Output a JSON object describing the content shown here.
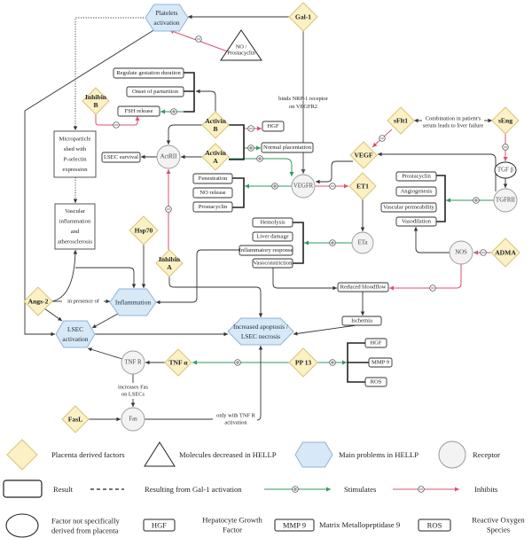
{
  "nodes": {
    "platelets": [
      "Platelets",
      "activation"
    ],
    "gal1": [
      "Gal-1"
    ],
    "no_prostacyclin": [
      "NO /",
      "Prostacyclin"
    ],
    "regulate": [
      "Regulate gestation duration"
    ],
    "onset": [
      "Onset of parturition"
    ],
    "fsh": [
      "FSH release"
    ],
    "inhibin_b": [
      "Inhibin",
      "B"
    ],
    "activin_b": [
      "Activin",
      "B"
    ],
    "activin_a": [
      "Activin",
      "A"
    ],
    "actrii": [
      "ActRII"
    ],
    "lsec_survival": [
      "LSEC survival"
    ],
    "hgf_top": [
      "HGF"
    ],
    "normal_placentation": [
      "Normal placentation"
    ],
    "fenestration": [
      "Fenestration"
    ],
    "no_release": [
      "NO release"
    ],
    "prostacyclin_left": [
      "Prostacyclin"
    ],
    "vegfr": [
      "VEGFR"
    ],
    "et1": [
      "ET1"
    ],
    "vegf": [
      "VEGF"
    ],
    "sflt1": [
      "sFlt1"
    ],
    "seng": [
      "sEng"
    ],
    "tgfb": [
      "TGF β"
    ],
    "tgfrii": [
      "TGFRII"
    ],
    "prostacyclin_right": [
      "Prostacyclin"
    ],
    "angiogenesis": [
      "Angiogenesis"
    ],
    "vascular_permeability": [
      "Vascular permeability"
    ],
    "vasodilation": [
      "Vasodilation"
    ],
    "nos": [
      "NOS"
    ],
    "adma": [
      "ADMA"
    ],
    "eta": [
      "ETa"
    ],
    "hemolysis": [
      "Hemolysis"
    ],
    "liver_damage": [
      "Liver damage"
    ],
    "inflammatory_response": [
      "Inflammatory response"
    ],
    "vasoconstriction": [
      "Vasoconstriction"
    ],
    "reduced_bloodflow": [
      "Reduced bloodflow"
    ],
    "ischemia": [
      "Ischemia"
    ],
    "microparticle": [
      "Microparticle",
      "shed with",
      "P-selectin",
      "expression"
    ],
    "vascular_inflammation": [
      "Vascular",
      "inflammation",
      "and",
      "atherosclerosis"
    ],
    "hsp70": [
      "Hsp70"
    ],
    "inhibin_a": [
      "Inhibin",
      "A"
    ],
    "angs2": [
      "Angs-2"
    ],
    "inflammation": [
      "Inflammation"
    ],
    "lsec_activation": [
      "LSEC",
      "activation"
    ],
    "apoptosis": [
      "Increased apoptosis /",
      "LSEC necrosis"
    ],
    "tnfr": [
      "TNF R"
    ],
    "tnfa": [
      "TNF α"
    ],
    "pp13": [
      "PP 13"
    ],
    "hgf_bottom": [
      "HGF"
    ],
    "mmp9": [
      "MMP 9"
    ],
    "ros": [
      "ROS"
    ],
    "fas": [
      "Fas"
    ],
    "fasl": [
      "FasL"
    ]
  },
  "annotations": {
    "binds_nrp1": [
      "binds NRP-1 receptor",
      "on VEGFR2"
    ],
    "combination": [
      "Combination in patient's",
      "serum leads to liver failure"
    ],
    "in_presence_of": [
      "in presence of"
    ],
    "increases_fas": [
      "increases Fas",
      "on LSECs"
    ],
    "only_with_tnfr": [
      "only with TNF R",
      "activation"
    ]
  },
  "legend": {
    "placenta": "Placenta derived factors",
    "decreased": "Molecules decreased in HELLP",
    "main_problems": "Main problems in HELLP",
    "receptor": "Receptor",
    "result": "Result",
    "gal1_activation": "Resulting from Gal-1 activation",
    "stimulates": "Stimulates",
    "inhibits": "Inhibits",
    "factor_not_placenta": [
      "Factor not specifically",
      "derived from placenta"
    ],
    "hgf_abbr": "HGF",
    "hgf_full": [
      "Hepatocyte Growth",
      "Factor"
    ],
    "mmp9_abbr": "MMP 9",
    "mmp9_full": "Matrix Metallopeptidase 9",
    "ros_abbr": "ROS",
    "ros_full": [
      "Reactive Oxygen",
      "Species"
    ]
  },
  "colors": {
    "placenta_fill": "#fbf1c4",
    "placenta_stroke": "#d8c47a",
    "problem_fill": "#d7e8f7",
    "problem_stroke": "#8fb4d8",
    "receptor_fill": "#f3f3f3",
    "receptor_stroke": "#9a9a9a",
    "stimulates": "#2f9a5f",
    "inhibits": "#d9536e",
    "line": "#333333"
  }
}
